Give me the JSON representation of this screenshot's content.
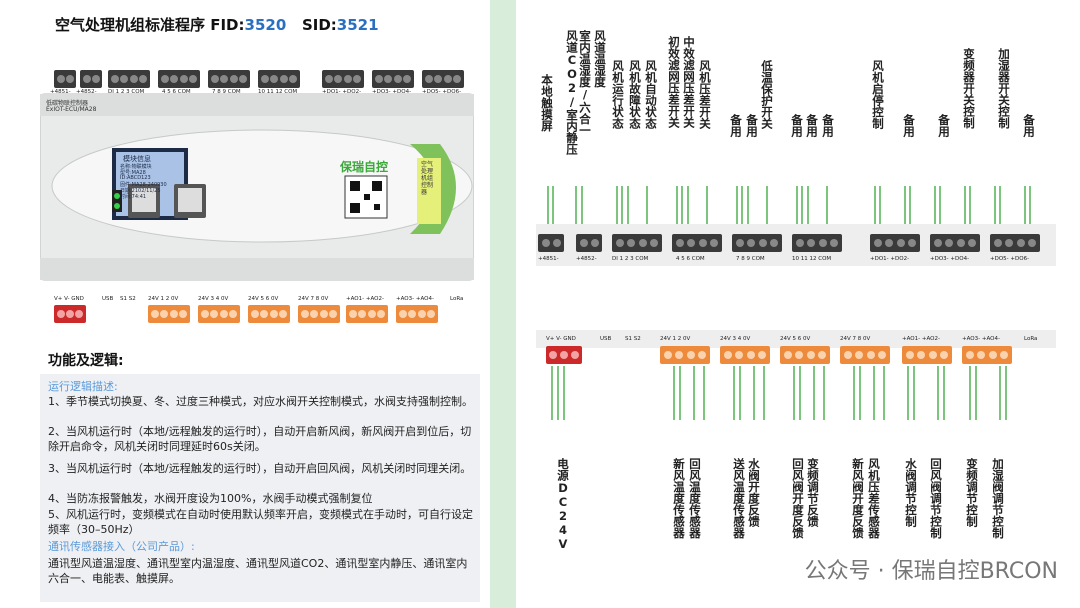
{
  "title": {
    "prefix": "空气处理机组标准程序 FID:",
    "fid": "3520",
    "sid_label": "SID:",
    "sid": "3521"
  },
  "controller": {
    "top_terms": [
      "+4851-",
      "+4852-",
      "DI 1 2 3 COM",
      "4 5 6 COM",
      "7 8 9 COM",
      "10 11 12 COM",
      "+DO1- +DO2-",
      "+DO3- +DO4-",
      "+DO5- +DO6-"
    ],
    "brand_small": "低碳物联控制器",
    "model_small": "ExIOT-ECU/MA28",
    "lcd": {
      "title": "模块信息",
      "lines": [
        "名称:物联模块",
        "型号:MA28",
        "ID:ABCD123",
        "固件:MA28-240930",
        "日期:2102/11/25",
        "时间:74:41"
      ]
    },
    "brand": "保瑞自控",
    "side_label": "空气处理机组控制器",
    "bottom_terms": [
      "V+ V- GND",
      "USB",
      "S1 S2",
      "24V 1 2 0V",
      "24V 3 4 0V",
      "24V 5 6 0V",
      "24V 7 8 0V",
      "+AO1- +AO2-",
      "+AO3- +AO4-",
      "LoRa"
    ]
  },
  "func": {
    "heading": "功能及逻辑:",
    "sub1": "运行逻辑描述:",
    "lines": [
      "1、季节模式切换夏、冬、过度三种模式，对应水阀开关控制模式，水阀支持强制控制。",
      "2、当风机运行时（本地/远程触发的运行时），自动开启新风阀，新风阀开启到位后，切除开启命令，风机关闭时同理延时60s关闭。",
      "3、当风机运行时（本地/远程触发的运行时），自动开启回风阀，风机关闭时同理关闭。",
      "4、当防冻报警触发，水阀开度设为100%，水阀手动模式强制复位",
      "5、风机运行时，变频模式在自动时使用默认频率开启，变频模式在手动时，可自行设定频率（30–50Hz）"
    ],
    "sub2": "通讯传感器接入（公司产品）:",
    "sensors": "通讯型风道温湿度、通讯型室内温湿度、通讯型风道CO2、通讯型室内静压、通讯室内六合一、电能表、触摸屏。"
  },
  "right": {
    "top_labels": [
      "本地触摸屏",
      "风道CO2/室内静压",
      "室内温湿度/六合一",
      "风道温湿度",
      "风机运行状态",
      "风机故障状态",
      "风机自动状态",
      "初效滤网压差开关",
      "中效滤网压差开关",
      "风机压差开关",
      "备用",
      "备用",
      "低温保护开关",
      "备用",
      "备用",
      "备用",
      "风机启停控制",
      "备用",
      "备用",
      "变频器开关控制",
      "加湿器开关控制",
      "备用"
    ],
    "top_terms": [
      "+4851-",
      "+4852-",
      "DI 1 2 3 COM",
      "4 5 6 COM",
      "7 8 9 COM",
      "10 11 12 COM",
      "+DO1- +DO2-",
      "+DO3- +DO4-",
      "+DO5- +DO6-"
    ],
    "bottom_terms": [
      "V+ V- GND",
      "USB",
      "S1 S2",
      "24V 1 2 0V",
      "24V 3 4 0V",
      "24V 5 6 0V",
      "24V 7 8 0V",
      "+AO1- +AO2-",
      "+AO3- +AO4-",
      "LoRa"
    ],
    "bottom_labels": [
      "电源DC24V",
      "新风温度传感器",
      "回风温度传感器",
      "送风温度传感器",
      "水阀开度反馈",
      "回风阀开度反馈",
      "变频调节反馈",
      "新风阀开度反馈",
      "风机压差传感器",
      "水阀调节控制",
      "回风阀调节控制",
      "变频调节控制",
      "加湿阀调节控制"
    ]
  },
  "watermark": "公众号 · 保瑞自控BRCON",
  "colors": {
    "green_line": "#6bbf6b",
    "blue": "#2a6fc0",
    "orange": "#ee8a3c",
    "red": "#cc2a2a"
  }
}
